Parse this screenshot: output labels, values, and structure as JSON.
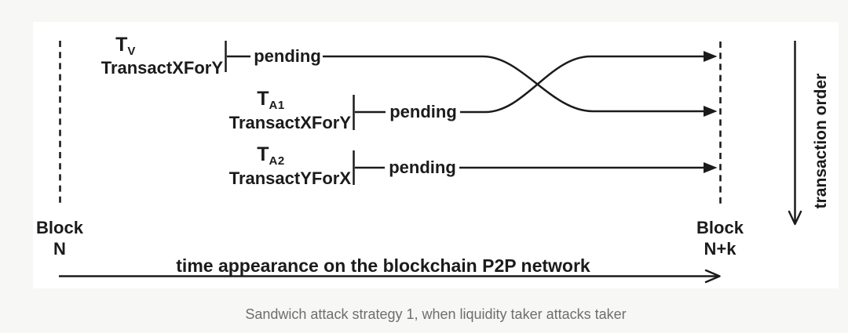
{
  "figure": {
    "blocks": {
      "left": {
        "line1": "Block",
        "line2": "N"
      },
      "right": {
        "line1": "Block",
        "line2": "N+k"
      }
    },
    "transactions": [
      {
        "symbol": "T",
        "subscript": "V",
        "name": "TransactXForY",
        "status": "pending"
      },
      {
        "symbol": "T",
        "subscript": "A1",
        "name": "TransactXForY",
        "status": "pending"
      },
      {
        "symbol": "T",
        "subscript": "A2",
        "name": "TransactYForX",
        "status": "pending"
      }
    ],
    "time_axis_label": "time appearance on the blockchain P2P network",
    "order_axis_label": "transaction order",
    "colors": {
      "line": "#1b1b1b",
      "caption_text": "#6e6e6e",
      "page_bg": "#f7f7f6",
      "card_bg": "#ffffff"
    }
  },
  "caption": "Sandwich attack strategy 1, when liquidity taker attacks taker"
}
